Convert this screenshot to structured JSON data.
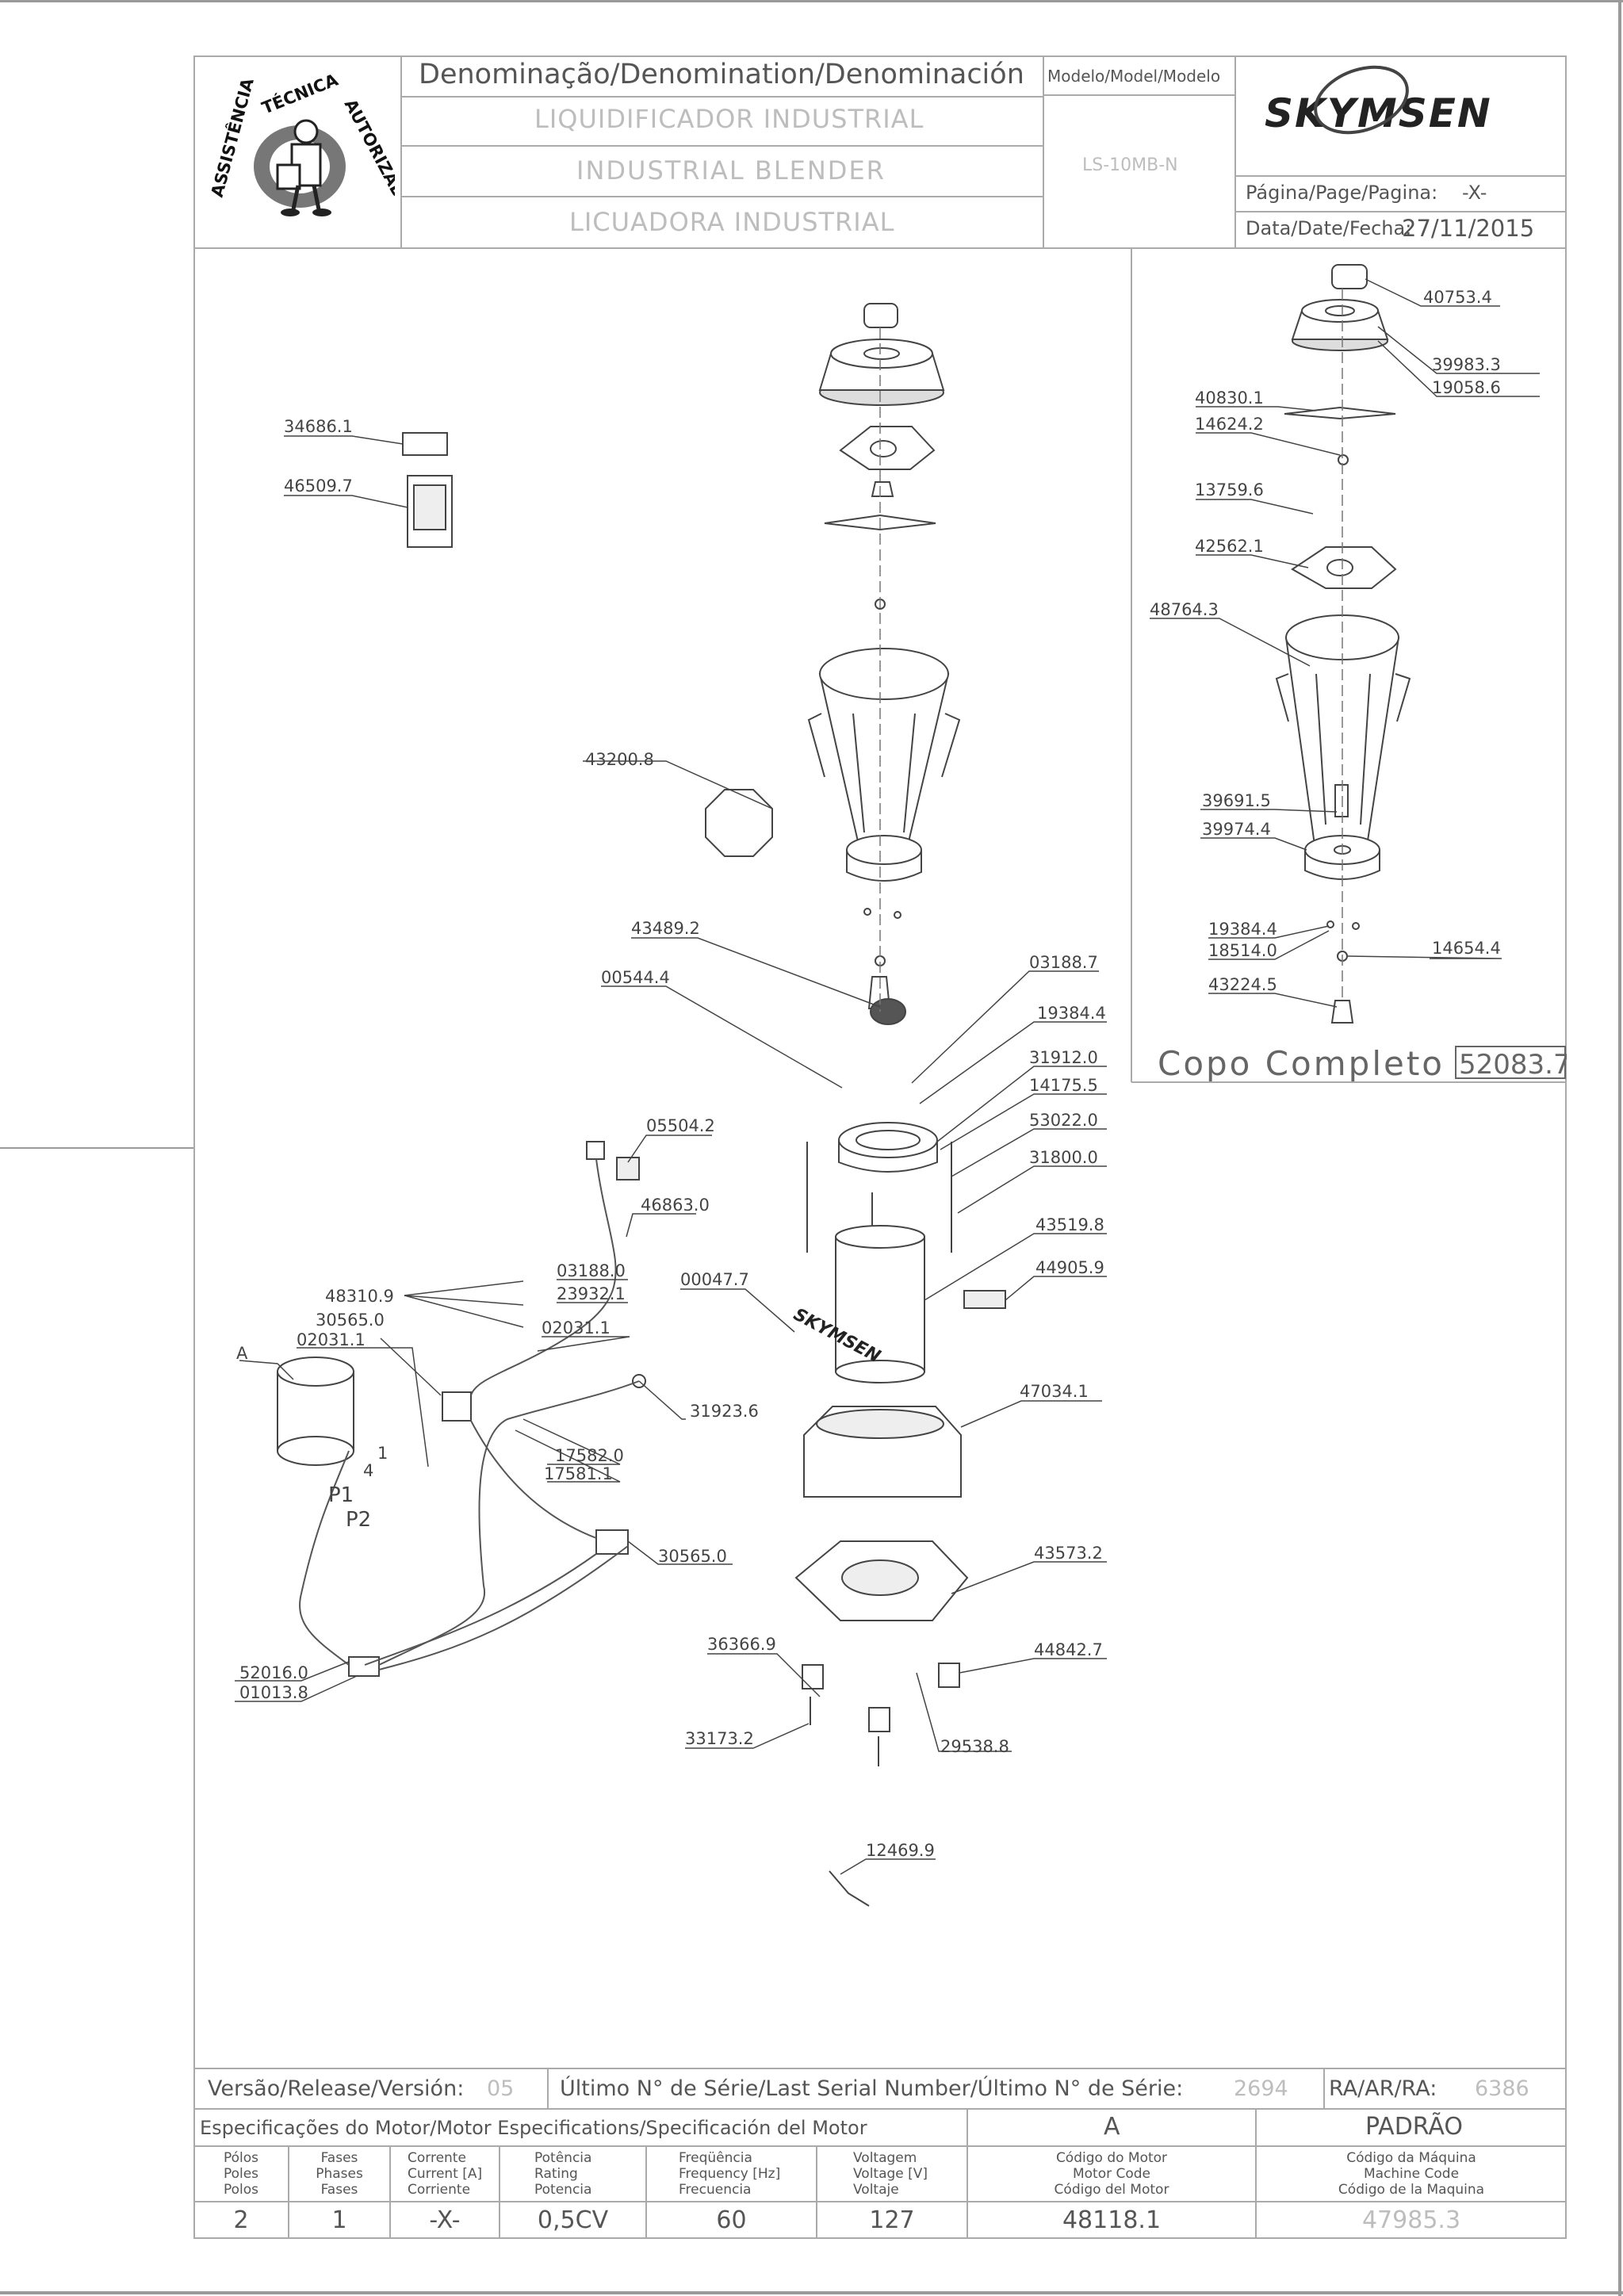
{
  "header": {
    "denomination_heading": "Denominação/Denomination/Denominación",
    "name_pt": "LIQUIDIFICADOR INDUSTRIAL",
    "name_en": "INDUSTRIAL BLENDER",
    "name_es": "LICUADORA INDUSTRIAL",
    "model_heading": "Modelo/Model/Modelo",
    "model_value": "LS-10MB-N",
    "brand": "SKYMSEN",
    "page_label": "Página/Page/Pagina:",
    "page_value": "-X-",
    "date_label": "Data/Date/Fecha:",
    "date_value": "27/11/2015",
    "badge_text_left": "ASSISTÊNCIA",
    "badge_text_top": "TÉCNICA",
    "badge_text_right": "AUTORIZADA"
  },
  "inset": {
    "title": "Copo Completo",
    "code": "52083.7",
    "labels": [
      "40753.4",
      "39983.3",
      "19058.6",
      "40830.1",
      "14624.2",
      "13759.6",
      "42562.1",
      "48764.3",
      "39691.5",
      "39974.4",
      "19384.4",
      "18514.0",
      "14654.4",
      "43224.5"
    ]
  },
  "main_labels": [
    "34686.1",
    "46509.7",
    "43200.8",
    "43489.2",
    "00544.4",
    "03188.7",
    "19384.4",
    "31912.0",
    "14175.5",
    "53022.0",
    "31800.0",
    "43519.8",
    "44905.9",
    "00047.7",
    "05504.2",
    "46863.0",
    "03188.0",
    "23932.1",
    "48310.9",
    "30565.0",
    "02031.1",
    "02031.1",
    "A",
    "31923.6",
    "17582.0",
    "17581.1",
    "1",
    "4",
    "P1",
    "P2",
    "30565.0",
    "47034.1",
    "43573.2",
    "44842.7",
    "36366.9",
    "52016.0",
    "01013.8",
    "33173.2",
    "29538.8",
    "12469.9"
  ],
  "footer": {
    "version_label": "Versão/Release/Versión:",
    "version_value": "05",
    "serial_label": "Último N° de Série/Last Serial Number/Último N° de Série:",
    "serial_value": "2694",
    "ra_label": "RA/AR/RA:",
    "ra_value": "6386",
    "motor_spec_label": "Especificações do Motor/Motor Especifications/Specificación del Motor",
    "col_a": "A",
    "col_padrao": "PADRÃO",
    "headers": [
      [
        "Pólos",
        "Poles",
        "Polos"
      ],
      [
        "Fases",
        "Phases",
        "Fases"
      ],
      [
        "Corrente",
        "Current [A]",
        "Corriente"
      ],
      [
        "Potência",
        "Rating",
        "Potencia"
      ],
      [
        "Freqüência",
        "Frequency [Hz]",
        "Frecuencia"
      ],
      [
        "Voltagem",
        "Voltage [V]",
        "Voltaje"
      ],
      [
        "Código do Motor",
        "Motor Code",
        "Código del Motor"
      ],
      [
        "Código da Máquina",
        "Machine Code",
        "Código de la Maquina"
      ]
    ],
    "values": [
      "2",
      "1",
      "-X-",
      "0,5CV",
      "60",
      "127",
      "48118.1",
      "47985.3"
    ]
  }
}
